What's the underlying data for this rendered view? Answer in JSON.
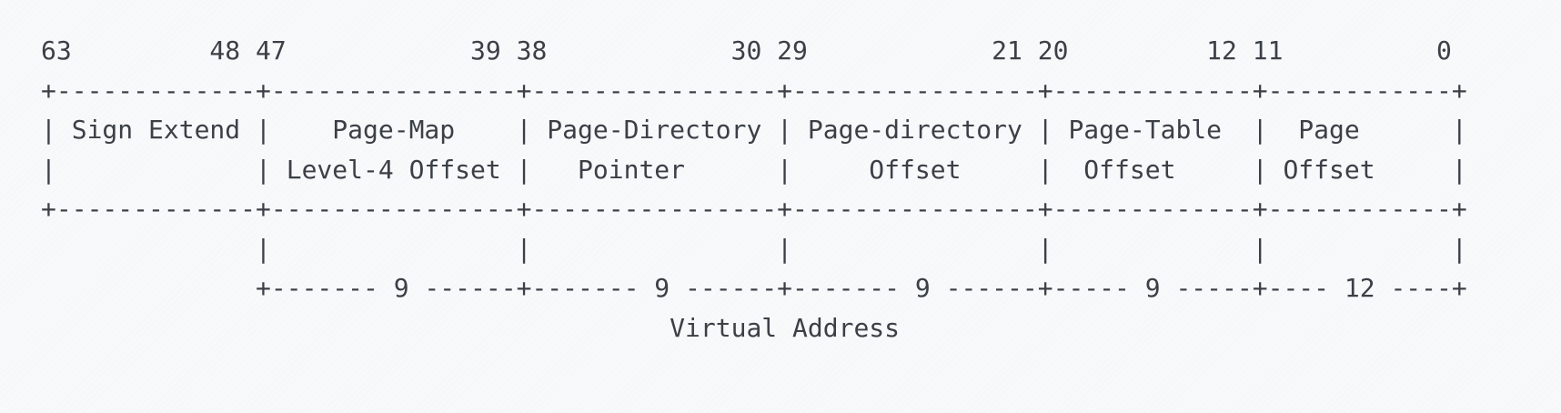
{
  "diagram": {
    "kind": "ascii-bitfield-diagram",
    "caption": "Virtual Address",
    "colors": {
      "background": "#f8f9fa",
      "text": "#3b4047"
    },
    "bit_markers": [
      63,
      48,
      47,
      39,
      38,
      30,
      29,
      21,
      20,
      12,
      11,
      0
    ],
    "fields": [
      {
        "name": "Sign Extend",
        "line1": "Sign Extend",
        "line2": "",
        "high_bit": 63,
        "low_bit": 48,
        "width_label": null
      },
      {
        "name": "Page-Map Level-4 Offset",
        "line1": "Page-Map",
        "line2": "Level-4 Offset",
        "high_bit": 47,
        "low_bit": 39,
        "width_label": "9"
      },
      {
        "name": "Page-Directory Pointer",
        "line1": "Page-Directory",
        "line2": "Pointer",
        "high_bit": 38,
        "low_bit": 30,
        "width_label": "9"
      },
      {
        "name": "Page-directory Offset",
        "line1": "Page-directory",
        "line2": "Offset",
        "high_bit": 29,
        "low_bit": 21,
        "width_label": "9"
      },
      {
        "name": "Page-Table Offset",
        "line1": "Page-Table",
        "line2": "Offset",
        "high_bit": 20,
        "low_bit": 12,
        "width_label": "9"
      },
      {
        "name": "Page Offset",
        "line1": "Page",
        "line2": "Offset",
        "high_bit": 11,
        "low_bit": 0,
        "width_label": "12"
      }
    ],
    "ascii_lines": [
      "63         48 47            39 38            30 29            21 20         12 11          0",
      "+-------------+----------------+----------------+----------------+-------------+------------+",
      "| Sign Extend |    Page-Map    | Page-Directory | Page-directory | Page-Table  |  Page      |",
      "|             | Level-4 Offset |   Pointer      |     Offset     |  Offset     | Offset     |",
      "+-------------+----------------+----------------+----------------+-------------+------------+",
      "              |                |                |                |             |            |",
      "              +------- 9 ------+------- 9 ------+------- 9 ------+----- 9 -----+---- 12 ----+",
      "                                         Virtual Address"
    ]
  }
}
